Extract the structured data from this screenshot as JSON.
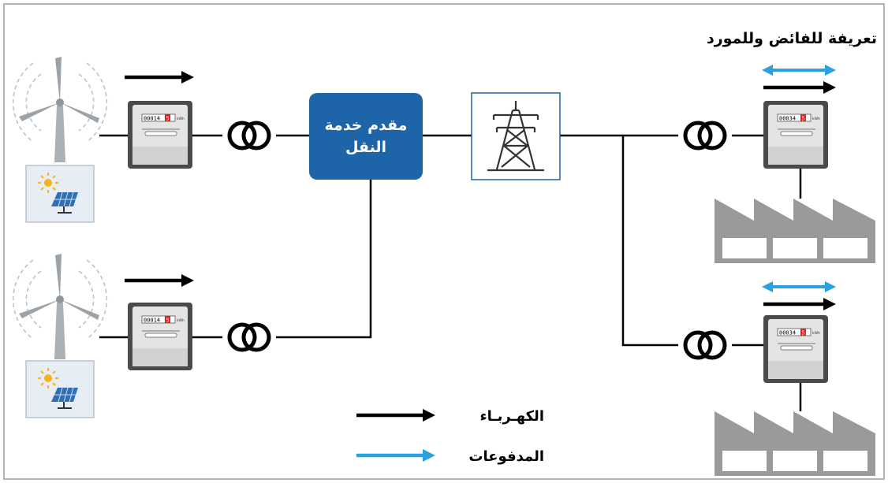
{
  "title": "تعريفة للفائض وللمورد",
  "transport_provider": {
    "line1": "مقدم خدمة",
    "line2": "النقل"
  },
  "legend": {
    "electricity": "الكهـربـاء",
    "payments": "المدفوعات"
  },
  "meters": {
    "generator_reading_digits": "00014",
    "generator_reading_last": "5",
    "consumer_reading_digits": "00034",
    "consumer_reading_last": "5",
    "unit": "kWh"
  },
  "icons": {
    "wind": "wind-turbine-icon",
    "solar": "solar-panel-icon",
    "meter": "electricity-meter-icon",
    "transformer": "transformer-icon",
    "tower": "transmission-tower-icon",
    "factory": "factory-icon"
  },
  "colors": {
    "provider_box": "#1e64a8",
    "electricity_arrow": "#000000",
    "payments_arrow": "#29a3df",
    "panel_bg": "#e6edf5",
    "factory": "#9a9a9a",
    "frame": "#9a9a9a"
  }
}
